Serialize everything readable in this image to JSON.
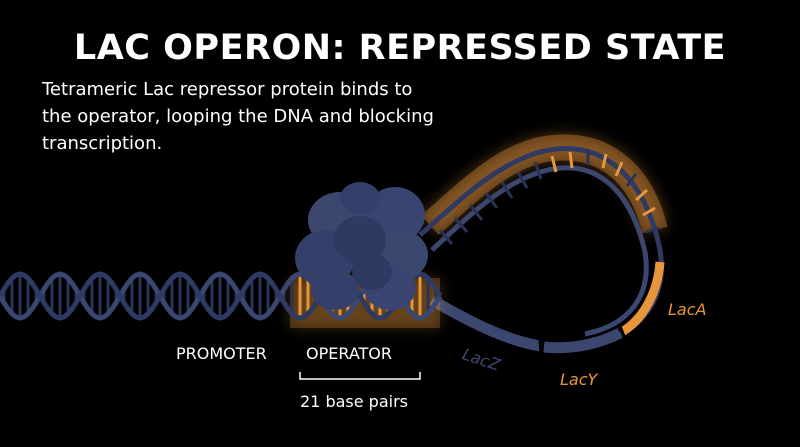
{
  "title": "LAC OPERON: REPRESSED STATE",
  "description": "Tetrameric Lac repressor protein binds to the operator, looping the DNA and blocking transcription.",
  "labels": {
    "promoter": "PROMOTER",
    "operator": "OPERATOR",
    "operator_length": "21 base pairs"
  },
  "genes": [
    {
      "name": "LacZ",
      "color": "#3c4770"
    },
    {
      "name": "LacY",
      "color": "#e8963c"
    },
    {
      "name": "LacA",
      "color": "#e8963c"
    }
  ],
  "colors": {
    "background": "#000000",
    "dna_strand": "#2f3a63",
    "highlight": "#e8963c",
    "repressor": "#3c4770",
    "text": "#ffffff"
  }
}
